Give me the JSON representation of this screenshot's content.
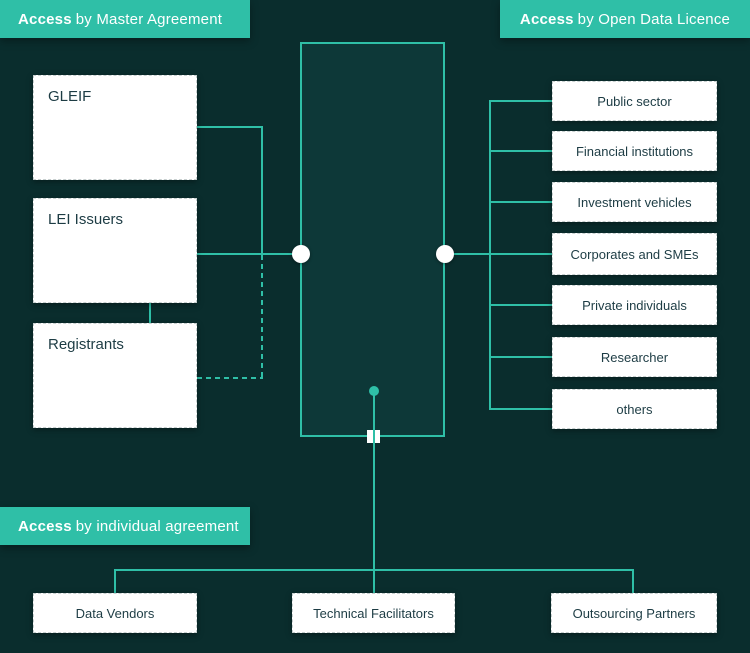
{
  "colors": {
    "background": "#0a2d2d",
    "accent": "#2fbfa7",
    "center_fill": "#0d3838",
    "box_text": "#1d3c44"
  },
  "banners": {
    "master": {
      "highlight": "Access",
      "rest": "by Master Agreement"
    },
    "open_data": {
      "highlight": "Access",
      "rest": "by Open Data Licence"
    },
    "individual": {
      "highlight": "Access",
      "rest": "by individual agreement"
    }
  },
  "left_nodes": [
    {
      "label": "GLEIF"
    },
    {
      "label": "LEI Issuers"
    },
    {
      "label": "Registrants"
    }
  ],
  "right_nodes": [
    {
      "label": "Public sector"
    },
    {
      "label": "Financial institutions"
    },
    {
      "label": "Investment vehicles"
    },
    {
      "label": "Corporates and SMEs"
    },
    {
      "label": "Private individuals"
    },
    {
      "label": "Researcher"
    },
    {
      "label": "others"
    }
  ],
  "bottom_nodes": [
    {
      "label": "Data Vendors"
    },
    {
      "label": "Technical Facilitators"
    },
    {
      "label": "Outsourcing Partners"
    }
  ]
}
